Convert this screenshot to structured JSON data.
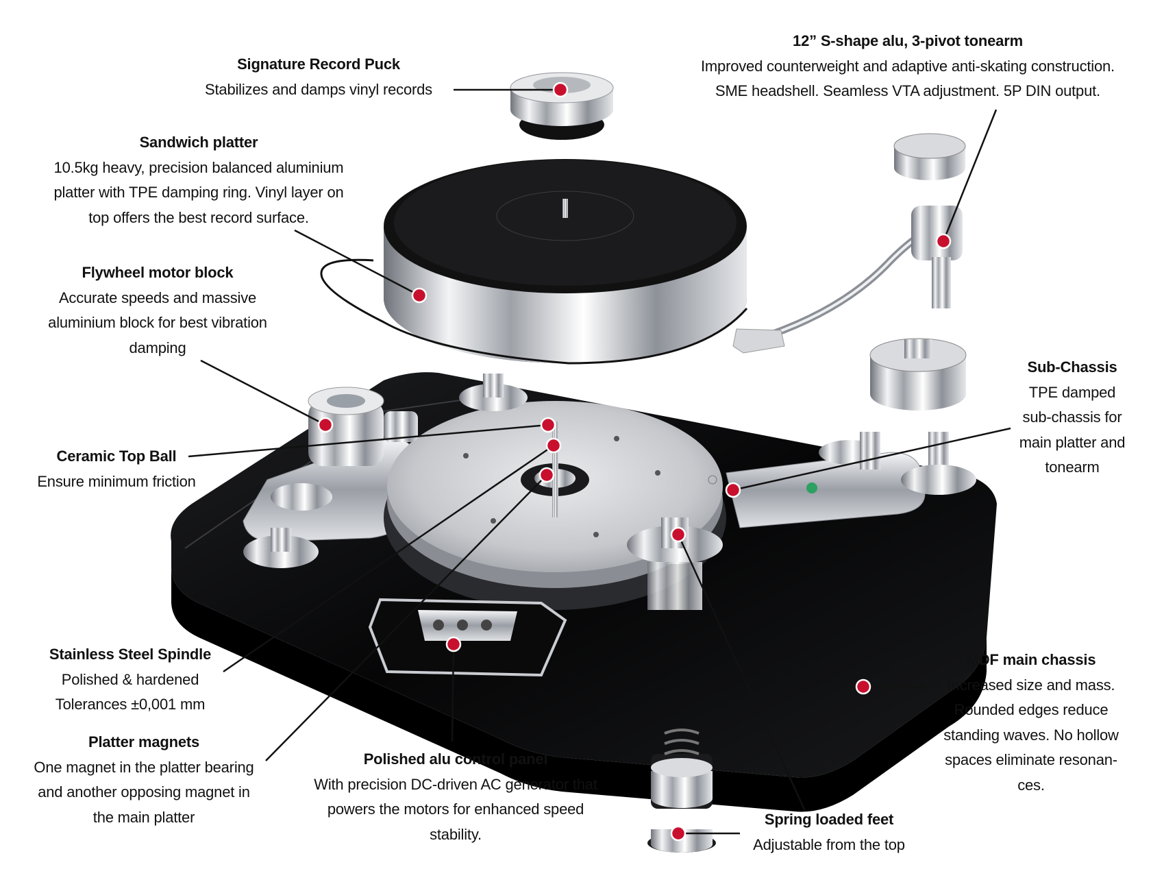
{
  "callouts": {
    "record_puck": {
      "title": "Signature Record Puck",
      "desc": "Stabilizes and damps vinyl records"
    },
    "tonearm": {
      "title": "12” S-shape alu, 3-pivot tonearm",
      "desc": "Improved counterweight and adaptive anti-skating construction.\nSME headshell. Seamless VTA adjustment. 5P DIN output."
    },
    "sandwich_platter": {
      "title": "Sandwich platter",
      "desc": "10.5kg heavy, precision balanced aluminium\nplatter with TPE damping ring. Vinyl layer on\ntop offers the best record surface."
    },
    "flywheel": {
      "title": "Flywheel motor block",
      "desc": "Accurate speeds and massive\naluminium block for best vibration\ndamping"
    },
    "sub_chassis": {
      "title": "Sub-Chassis",
      "desc": "TPE damped\nsub-chassis for\nmain platter and\ntonearm"
    },
    "ceramic_ball": {
      "title": "Ceramic Top Ball",
      "desc": "Ensure minimum friction"
    },
    "spindle": {
      "title": "Stainless Steel Spindle",
      "desc": "Polished & hardened\nTolerances ±0,001 mm"
    },
    "mdf_chassis": {
      "title": "MDF main chassis",
      "desc": "Increased size and mass.\nRounded edges reduce\nstanding waves. No hollow\nspaces eliminate resonan-\nces."
    },
    "platter_magnets": {
      "title": "Platter magnets",
      "desc": "One magnet in the platter bearing\nand another opposing magnet in\nthe main platter"
    },
    "control_panel": {
      "title": "Polished alu control panel",
      "desc": "With precision DC-driven AC generator that\npowers the motors for enhanced speed\nstability."
    },
    "spring_feet": {
      "title": "Spring loaded feet",
      "desc": "Adjustable from the top"
    }
  },
  "colors": {
    "marker": "#c8102e",
    "chassis": "#0c0c0e",
    "line": "#111111",
    "chrome": "#b9bcc2"
  }
}
